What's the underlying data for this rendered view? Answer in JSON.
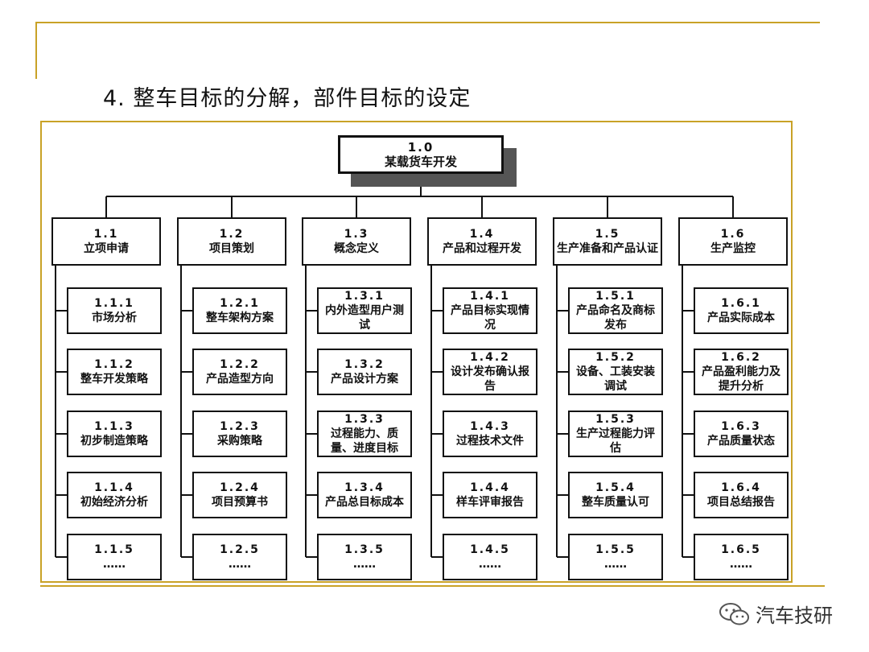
{
  "slide": {
    "title": "4. 整车目标的分解，部件目标的设定",
    "watermark": "汽车技研"
  },
  "colors": {
    "accent": "#c9a227",
    "line": "#111111"
  },
  "tree": {
    "root": {
      "code": "1.0",
      "name": "某载货车开发"
    },
    "branches": [
      {
        "code": "1.1",
        "name": "立项申请",
        "children": [
          {
            "code": "1.1.1",
            "name": "市场分析"
          },
          {
            "code": "1.1.2",
            "name": "整车开发策略"
          },
          {
            "code": "1.1.3",
            "name": "初步制造策略"
          },
          {
            "code": "1.1.4",
            "name": "初始经济分析"
          },
          {
            "code": "1.1.5",
            "name": "……"
          }
        ]
      },
      {
        "code": "1.2",
        "name": "项目策划",
        "children": [
          {
            "code": "1.2.1",
            "name": "整车架构方案"
          },
          {
            "code": "1.2.2",
            "name": "产品造型方向"
          },
          {
            "code": "1.2.3",
            "name": "采购策略"
          },
          {
            "code": "1.2.4",
            "name": "项目预算书"
          },
          {
            "code": "1.2.5",
            "name": "……"
          }
        ]
      },
      {
        "code": "1.3",
        "name": "概念定义",
        "children": [
          {
            "code": "1.3.1",
            "name": "内外造型用户测试"
          },
          {
            "code": "1.3.2",
            "name": "产品设计方案"
          },
          {
            "code": "1.3.3",
            "name": "过程能力、质量、进度目标"
          },
          {
            "code": "1.3.4",
            "name": "产品总目标成本"
          },
          {
            "code": "1.3.5",
            "name": "……"
          }
        ]
      },
      {
        "code": "1.4",
        "name": "产品和过程开发",
        "children": [
          {
            "code": "1.4.1",
            "name": "产品目标实现情况"
          },
          {
            "code": "1.4.2",
            "name": "设计发布确认报告"
          },
          {
            "code": "1.4.3",
            "name": "过程技术文件"
          },
          {
            "code": "1.4.4",
            "name": "样车评审报告"
          },
          {
            "code": "1.4.5",
            "name": "……"
          }
        ]
      },
      {
        "code": "1.5",
        "name": "生产准备和产品认证",
        "children": [
          {
            "code": "1.5.1",
            "name": "产品命名及商标发布"
          },
          {
            "code": "1.5.2",
            "name": "设备、工装安装调试"
          },
          {
            "code": "1.5.3",
            "name": "生产过程能力评估"
          },
          {
            "code": "1.5.4",
            "name": "整车质量认可"
          },
          {
            "code": "1.5.5",
            "name": "……"
          }
        ]
      },
      {
        "code": "1.6",
        "name": "生产监控",
        "children": [
          {
            "code": "1.6.1",
            "name": "产品实际成本"
          },
          {
            "code": "1.6.2",
            "name": "产品盈利能力及提升分析"
          },
          {
            "code": "1.6.3",
            "name": "产品质量状态"
          },
          {
            "code": "1.6.4",
            "name": "项目总结报告"
          },
          {
            "code": "1.6.5",
            "name": "……"
          }
        ]
      }
    ]
  }
}
